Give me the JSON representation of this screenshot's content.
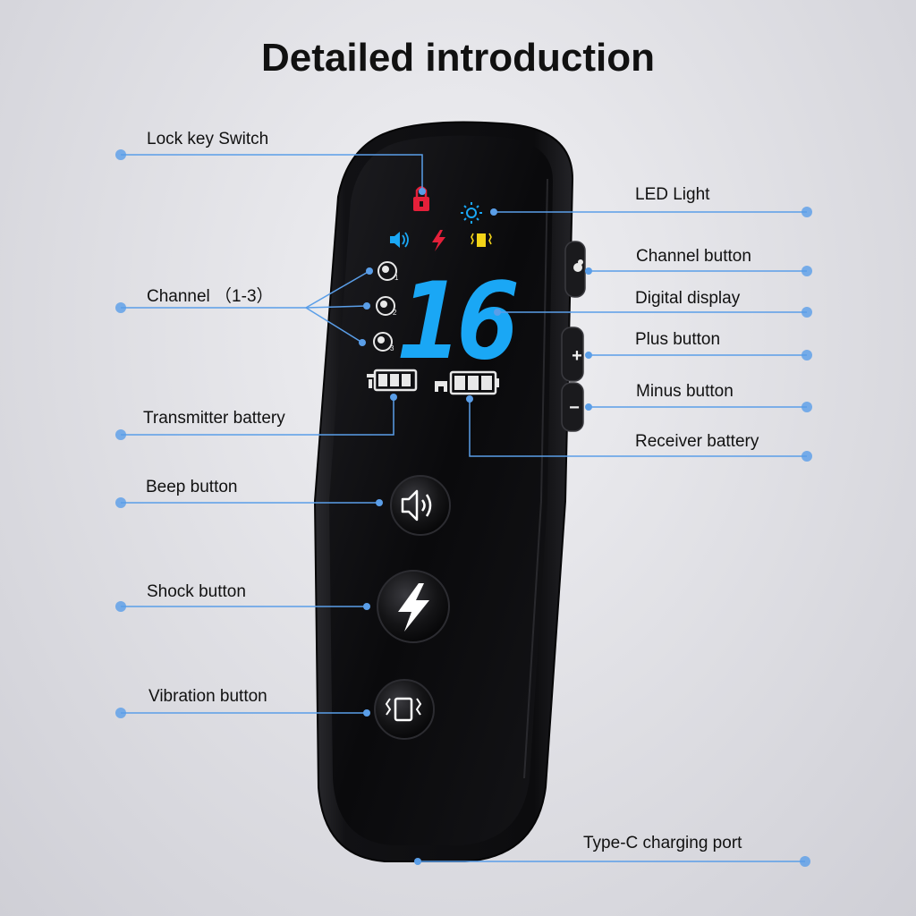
{
  "title": "Detailed introduction",
  "labels": {
    "lock_key_switch": "Lock key Switch",
    "channel": "Channel （1-3）",
    "transmitter_battery": "Transmitter battery",
    "beep_button": "Beep button",
    "shock_button": "Shock button",
    "vibration_button": "Vibration button",
    "led_light": "LED Light",
    "channel_button": "Channel button",
    "digital_display": "Digital display",
    "plus_button": "Plus button",
    "minus_button": "Minus button",
    "receiver_battery": "Receiver battery",
    "type_c_port": "Type-C charging port"
  },
  "display": {
    "digits": "16",
    "channel_numbers": [
      "1",
      "2",
      "3"
    ]
  },
  "side_buttons": {
    "plus": "+",
    "minus": "−"
  },
  "icons": {
    "lock": "lock-icon",
    "led": "sun-icon",
    "beep": "speaker-icon",
    "shock": "lightning-icon",
    "vibration": "vibration-icon",
    "battery": "battery-icon",
    "dog": "dog-head-icon"
  },
  "colors": {
    "accent_line": "#5a9ee8",
    "display_blue": "#1aa7f5",
    "lock_red": "#e5203a",
    "shock_red": "#e5203a",
    "vibe_yellow": "#f2d318",
    "device_body": "#121214"
  }
}
